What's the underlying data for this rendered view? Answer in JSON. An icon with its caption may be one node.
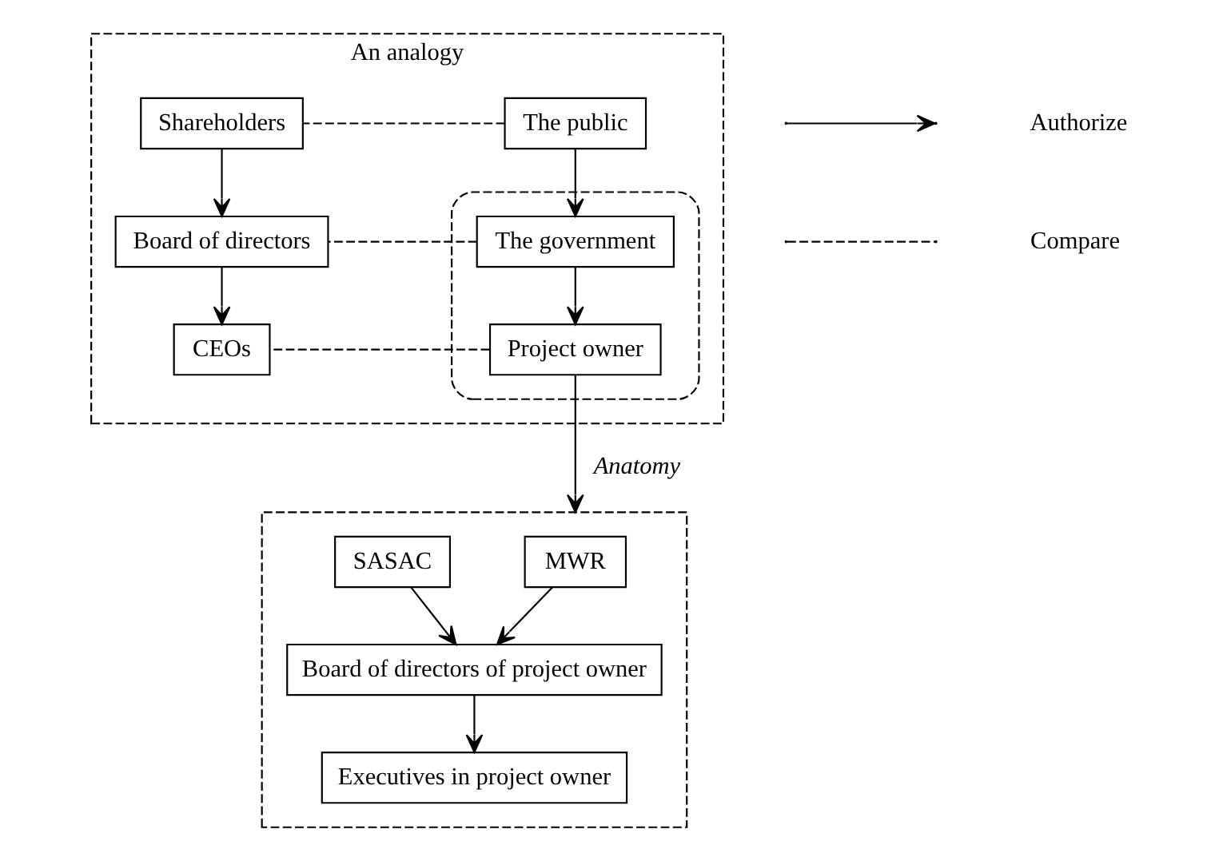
{
  "diagram": {
    "nodes": [
      {
        "text": [
          "An analogy"
        ]
      },
      {
        "text": [
          "The public"
        ],
        "in": 0
      },
      {
        "text": [
          "Shareholders"
        ],
        "in": 0
      },
      {
        "text": [],
        "shape": "ellipse",
        "in": 0
      },
      {
        "text": [
          "The government"
        ],
        "in": 3
      },
      {
        "text": [
          "Board of directors"
        ],
        "in": 0
      },
      {
        "text": [
          "Project owner"
        ],
        "in": 3
      },
      {
        "text": [
          "CEOs"
        ],
        "in": 0
      },
      {
        "text": [],
        "shape": "box"
      },
      {
        "text": [
          "MWR"
        ],
        "in": 8
      },
      {
        "text": [
          "SASAC"
        ],
        "in": 8
      },
      {
        "text": [
          "Board of directors of project owner"
        ],
        "in": 8
      },
      {
        "text": [
          "Executives in project owner"
        ],
        "in": 8
      }
    ],
    "edges": [
      {
        "from": 1,
        "to": 2,
        "arrow": "none",
        "style": "dashed"
      },
      {
        "from": 1,
        "to": 4,
        "arrow": "to"
      },
      {
        "from": 2,
        "to": 5,
        "arrow": "to"
      },
      {
        "from": 4,
        "to": 5,
        "arrow": "none",
        "style": "dashed"
      },
      {
        "from": 4,
        "to": 6,
        "arrow": "to"
      },
      {
        "from": 5,
        "to": 7,
        "arrow": "to"
      },
      {
        "from": 6,
        "to": 7,
        "arrow": "none",
        "style": "dashed"
      },
      {
        "from": 6,
        "to": 8,
        "arrow": "to",
        "label": "Anatomy"
      },
      {
        "from": 9,
        "to": 11,
        "arrow": "to"
      },
      {
        "from": 10,
        "to": 11,
        "arrow": "to"
      },
      {
        "from": 11,
        "to": 12,
        "arrow": "to"
      }
    ],
    "legend": [
      {
        "text": "Authorize"
      },
      {
        "text": "Compare"
      }
    ]
  }
}
